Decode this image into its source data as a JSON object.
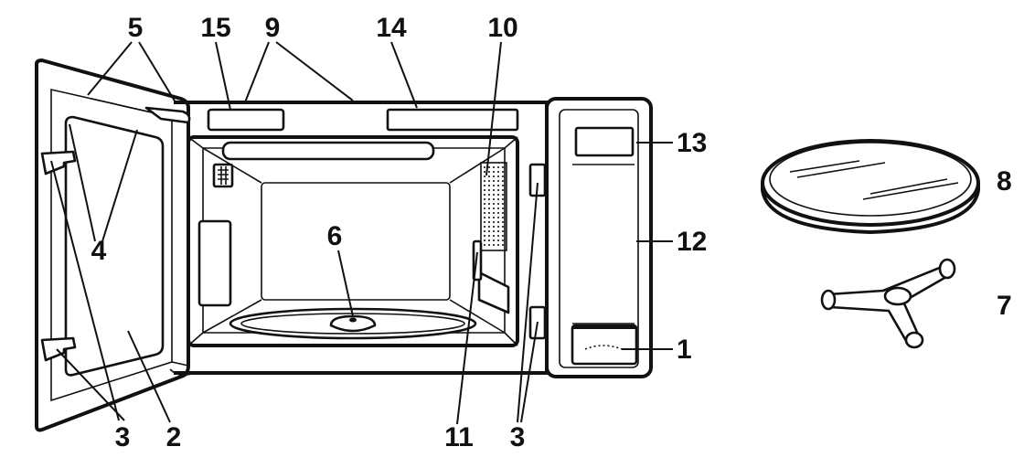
{
  "labels": {
    "l1": "1",
    "l2": "2",
    "l3a": "3",
    "l3b": "3",
    "l4": "4",
    "l5": "5",
    "l6": "6",
    "l7": "7",
    "l8": "8",
    "l9": "9",
    "l10": "10",
    "l11": "11",
    "l12": "12",
    "l13": "13",
    "l14": "14",
    "l15": "15"
  },
  "colors": {
    "ink": "#111111",
    "background": "#ffffff"
  }
}
